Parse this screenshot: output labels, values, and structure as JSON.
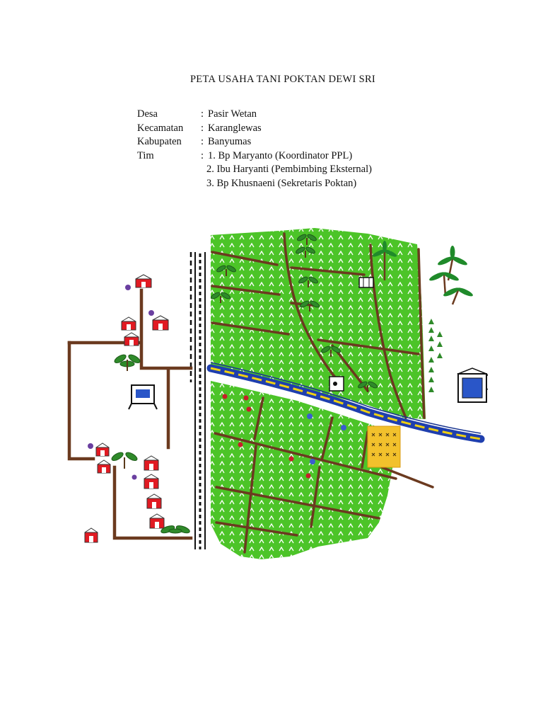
{
  "document": {
    "title": "PETA USAHA TANI POKTAN DEWI SRI",
    "fields": [
      {
        "label": "Desa",
        "separator": ":",
        "value": "Pasir Wetan"
      },
      {
        "label": "Kecamatan",
        "separator": ":",
        "value": "Karanglewas"
      },
      {
        "label": "Kabupaten",
        "separator": ":",
        "value": "Banyumas"
      },
      {
        "label": "Tim",
        "separator": ":",
        "value": "1. Bp Maryanto (Koordinator PPL)"
      }
    ],
    "team_continuation": [
      "2. Ibu Haryanti (Pembimbing Eksternal)",
      "3. Bp Khusnaeni (Sekretaris Poktan)"
    ]
  },
  "map": {
    "colors": {
      "paddy": "#4cc428",
      "paddy_dark": "#2e9418",
      "road": "#6b3a1f",
      "river": "#1f3fae",
      "river_edge": "#f0d010",
      "house": "#e11a22",
      "seedbed": "#f2c12c",
      "rail": "#111111"
    },
    "icons": [
      "house-icon",
      "palm-tree-icon",
      "banana-plant-icon",
      "pump-hut-icon",
      "shrine-icon",
      "rail-track-icon",
      "river-icon",
      "seedbed-plot-icon",
      "crop-seedling-icon"
    ]
  }
}
